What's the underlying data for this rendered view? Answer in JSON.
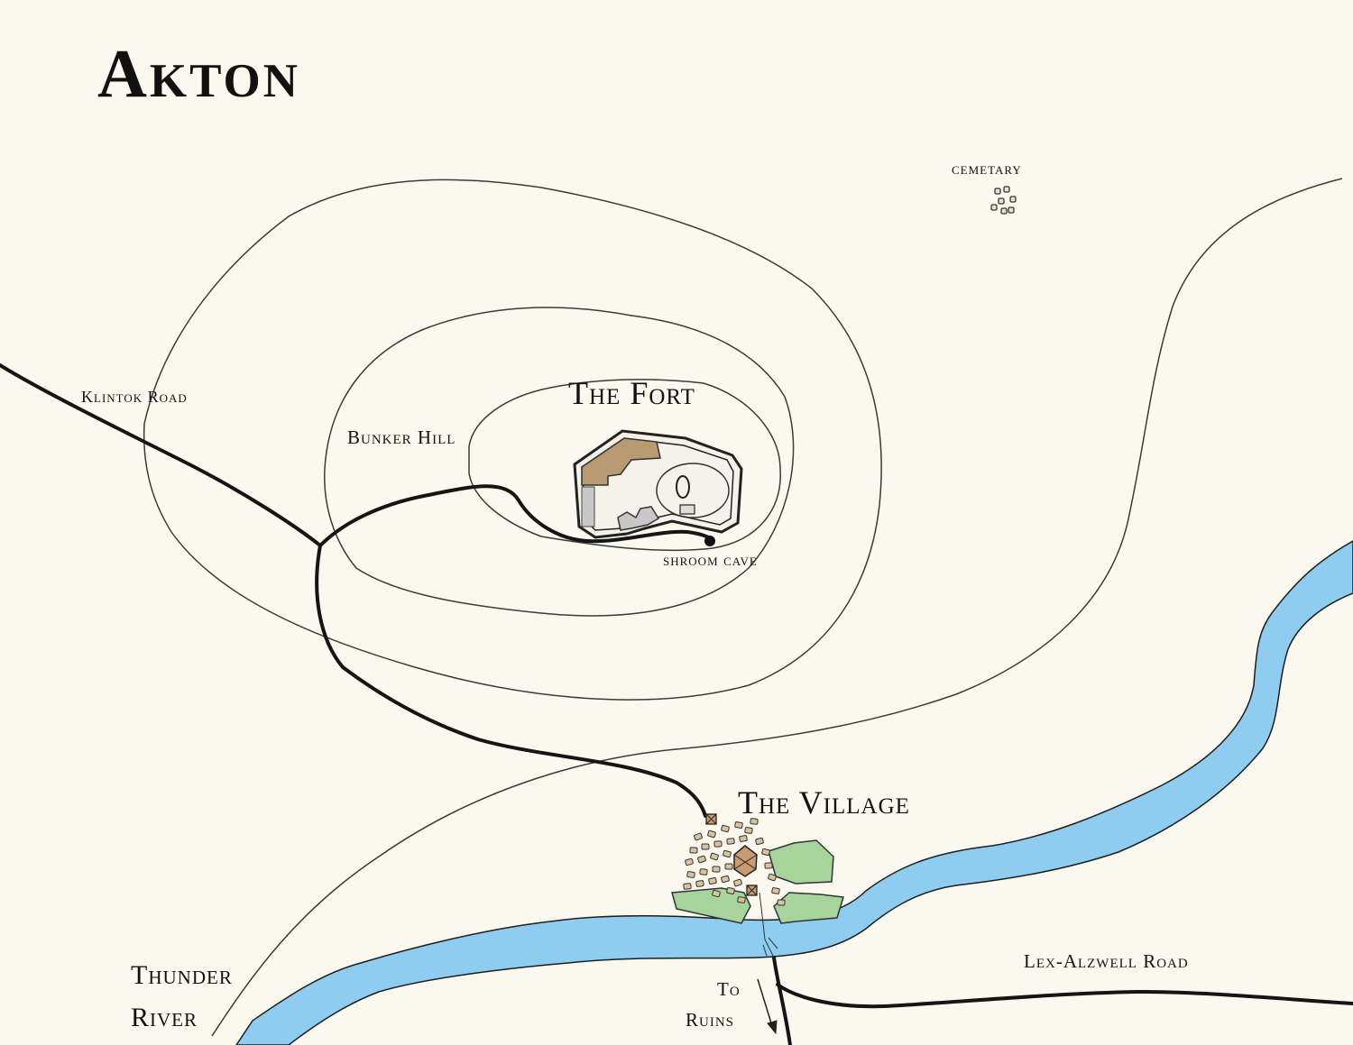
{
  "map": {
    "title": "Akton",
    "labels": {
      "klintok_road": "Klintok Road",
      "bunker_hill": "Bunker Hill",
      "the_fort": "The Fort",
      "shroom_cave": "shroom cave",
      "cemetary": "cemetary",
      "the_village": "The Village",
      "thunder_river_line1": "Thunder",
      "thunder_river_line2": "River",
      "lex_alzwell_road": "Lex-Alzwell Road",
      "to_ruins_line1": "To",
      "to_ruins_line2": "Ruins"
    },
    "colors": {
      "paper": "#fbf9ef",
      "river": "#8fcdf0",
      "river_outline": "#1d1d1d",
      "road": "#151515",
      "contour": "#3a3a3a",
      "fort_roof": "#b89b72",
      "fort_gray": "#c8c8c8",
      "field": "#a7d49a",
      "hut": "#d7c49e"
    },
    "icons": [
      "cave-marker-icon",
      "grave-marker-icon",
      "hut-icon",
      "field-icon",
      "tower-icon"
    ]
  }
}
